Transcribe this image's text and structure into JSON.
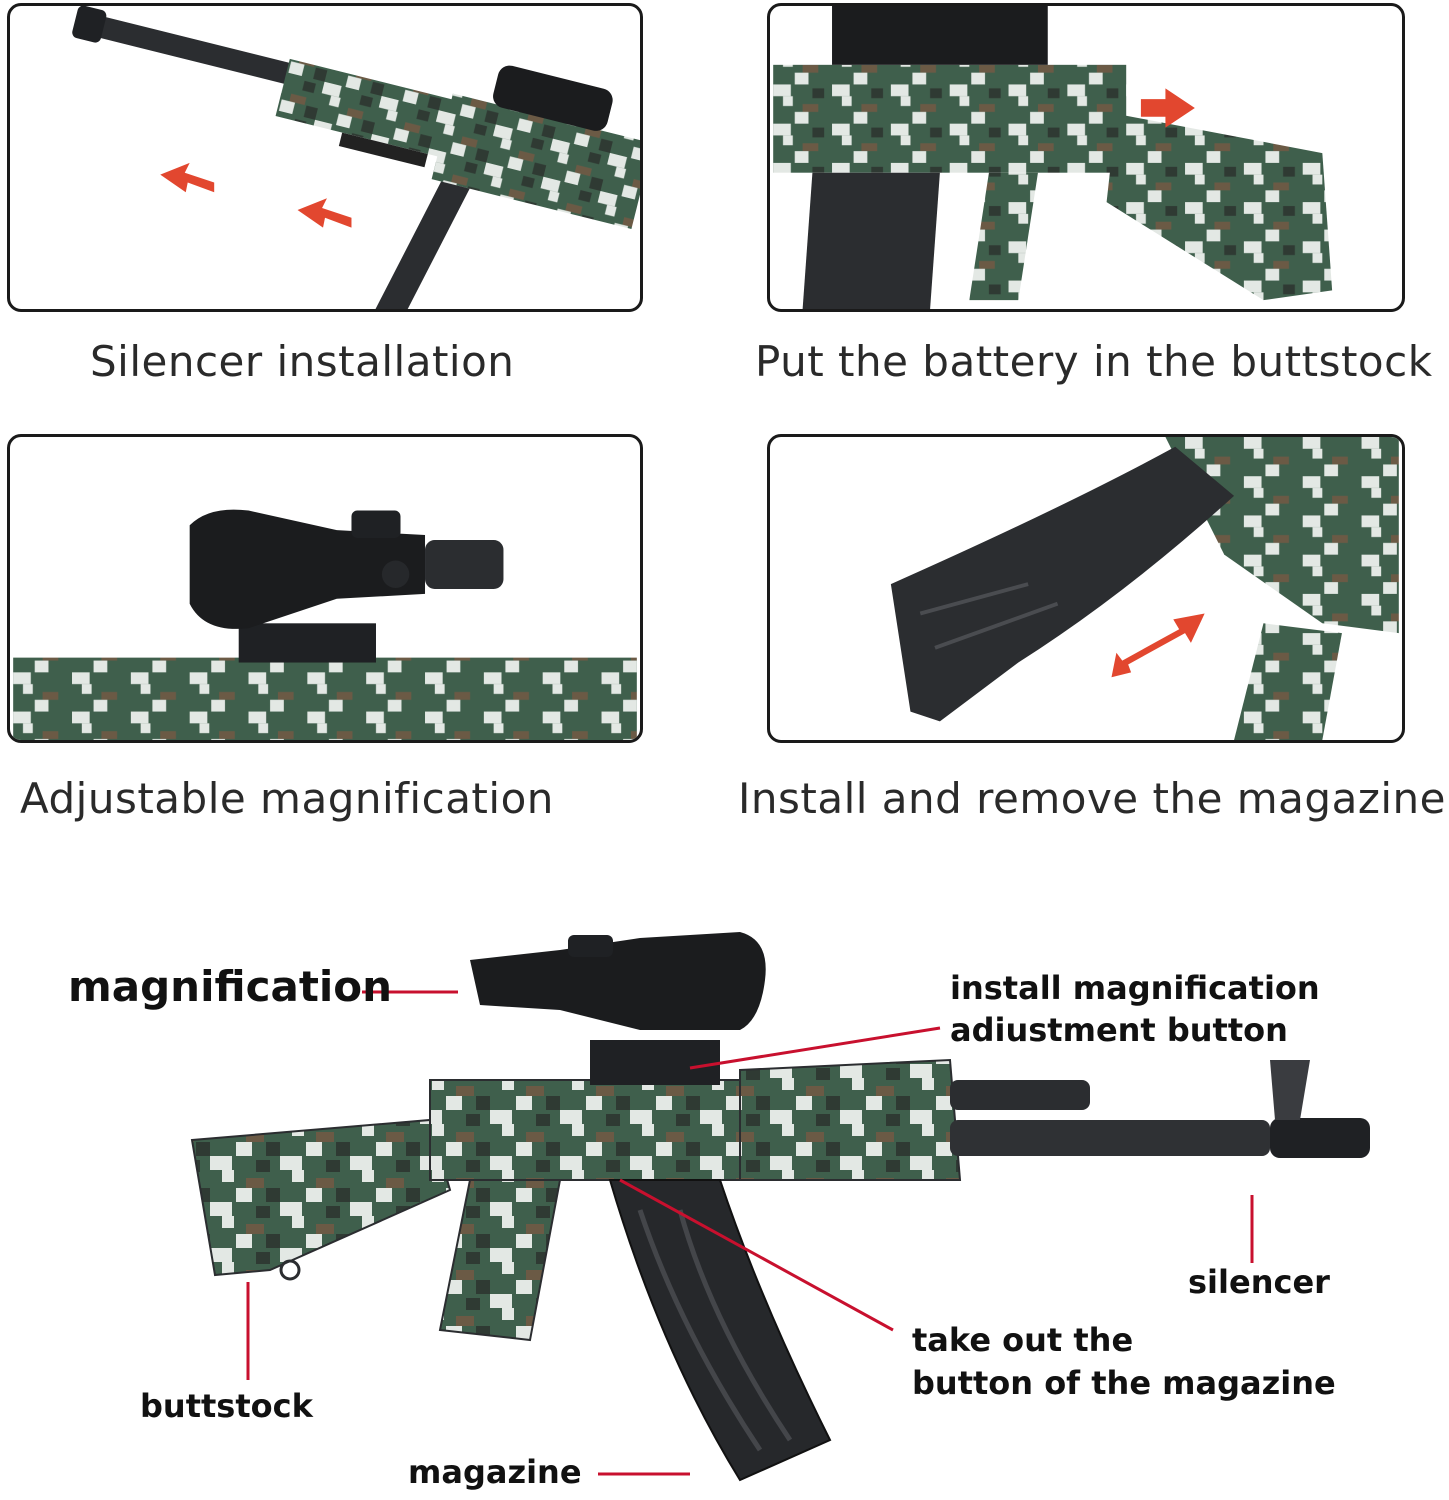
{
  "panels": [
    {
      "caption": "Silencer installation"
    },
    {
      "caption": "Put the battery in the buttstock"
    },
    {
      "caption": "Adjustable magnification"
    },
    {
      "caption": "Install and remove the magazine"
    }
  ],
  "labels": {
    "magnification": "magnification",
    "adjust_line1": "install magnification",
    "adjust_line2": "adiustment button",
    "silencer": "silencer",
    "mag_button_line1": "take out the",
    "mag_button_line2": "button of the magazine",
    "buttstock": "buttstock",
    "magazine": "magazine"
  },
  "colors": {
    "arrow": "#e2472f",
    "leader": "#c8102e",
    "camo_dark": "#2f3a33",
    "camo_green": "#3f5f4c",
    "camo_white": "#e3e8e4",
    "camo_brown": "#6b5a45",
    "metal": "#2b2d30"
  }
}
